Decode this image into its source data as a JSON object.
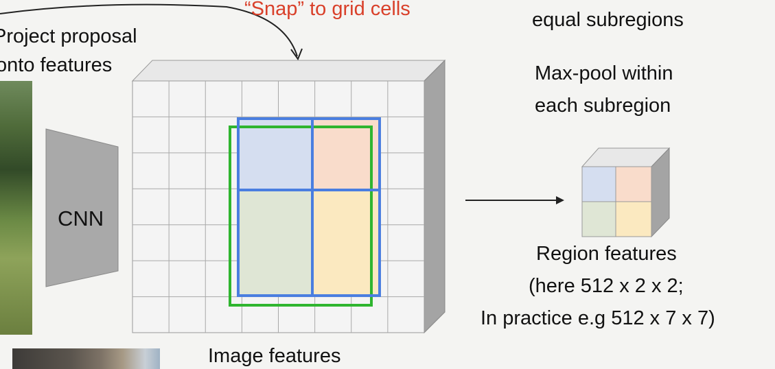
{
  "labels": {
    "snap": "“Snap” to grid cells",
    "project_line1": "Project proposal",
    "project_line2": "onto features",
    "cnn": "CNN",
    "image_features": "Image features",
    "divide_line2": "equal subregions",
    "maxpool_line1": "Max-pool within",
    "maxpool_line2": "each subregion",
    "region_line1": "Region features",
    "region_line2": "(here 512 x 2 x 2;",
    "region_line3": "In practice e.g 512 x 7 x 7)"
  },
  "grid": {
    "rows": 7,
    "cols": 8
  },
  "colors": {
    "text_accent": "#d9402a",
    "snapped_box": "#4a7ee0",
    "proposal_box": "#2fb52f",
    "cell_top_left": "#d5def0",
    "cell_top_right": "#f9dccb",
    "cell_bottom_left": "#dfe6d5",
    "cell_bottom_right": "#fbe9c0"
  }
}
